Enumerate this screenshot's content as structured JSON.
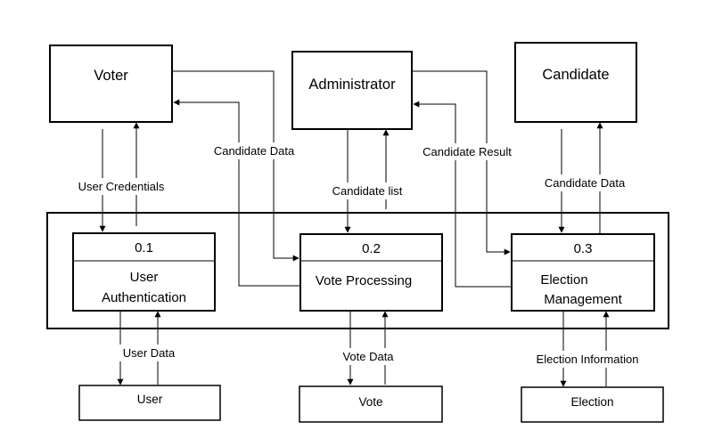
{
  "entities": {
    "voter": "Voter",
    "administrator": "Administrator",
    "candidate": "Candidate"
  },
  "processes": {
    "p1": {
      "id": "0.1",
      "name_line1": "User",
      "name_line2": "Authentication"
    },
    "p2": {
      "id": "0.2",
      "name_line1": "Vote Processing"
    },
    "p3": {
      "id": "0.3",
      "name_line1": "Election",
      "name_line2": "Management"
    }
  },
  "stores": {
    "user": "User",
    "vote": "Vote",
    "election": "Election"
  },
  "flows": {
    "user_credentials": "User Credentials",
    "candidate_data_left": "Candidate Data",
    "candidate_list": "Candidate list",
    "candidate_result": "Candidate Result",
    "candidate_data_right": "Candidate Data",
    "user_data": "User Data",
    "vote_data": "Vote Data",
    "election_information": "Election Information"
  }
}
